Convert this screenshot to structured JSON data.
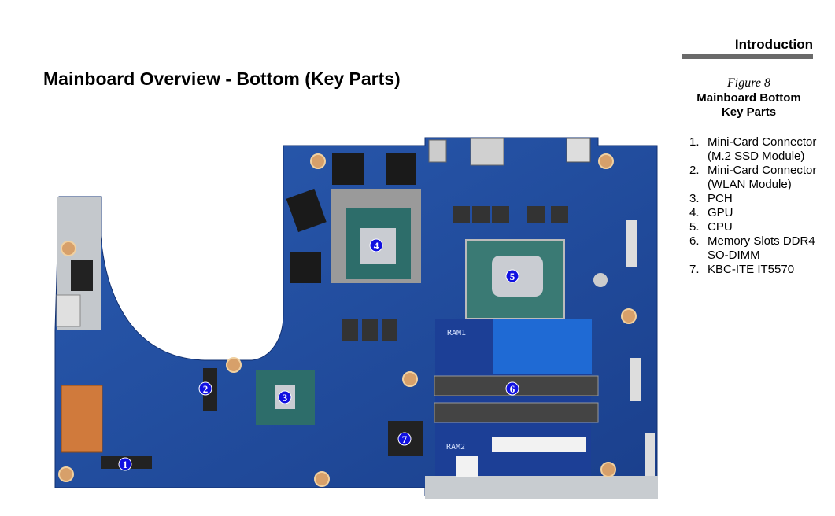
{
  "header": {
    "section": "Introduction"
  },
  "page_title": "Mainboard Overview - Bottom (Key Parts)",
  "figure": {
    "number": "Figure 8",
    "caption_line1": "Mainboard Bottom",
    "caption_line2": "Key Parts"
  },
  "key_parts": [
    {
      "num": "1.",
      "label": "Mini-Card Connector (M.2 SSD Module)"
    },
    {
      "num": "2.",
      "label": "Mini-Card Connector (WLAN Module)"
    },
    {
      "num": "3.",
      "label": "PCH"
    },
    {
      "num": "4.",
      "label": "GPU"
    },
    {
      "num": "5.",
      "label": "CPU"
    },
    {
      "num": "6.",
      "label": "Memory Slots DDR4 SO-DIMM"
    },
    {
      "num": "7.",
      "label": "KBC-ITE IT5570"
    }
  ],
  "markers": [
    "1",
    "2",
    "3",
    "4",
    "5",
    "6",
    "7"
  ],
  "board_labels": {
    "ram1": "RAM1",
    "ram2": "RAM2"
  },
  "colors": {
    "pcb": "#1f4a9a",
    "marker": "#1010e0",
    "rule": "#6a6a6a"
  }
}
